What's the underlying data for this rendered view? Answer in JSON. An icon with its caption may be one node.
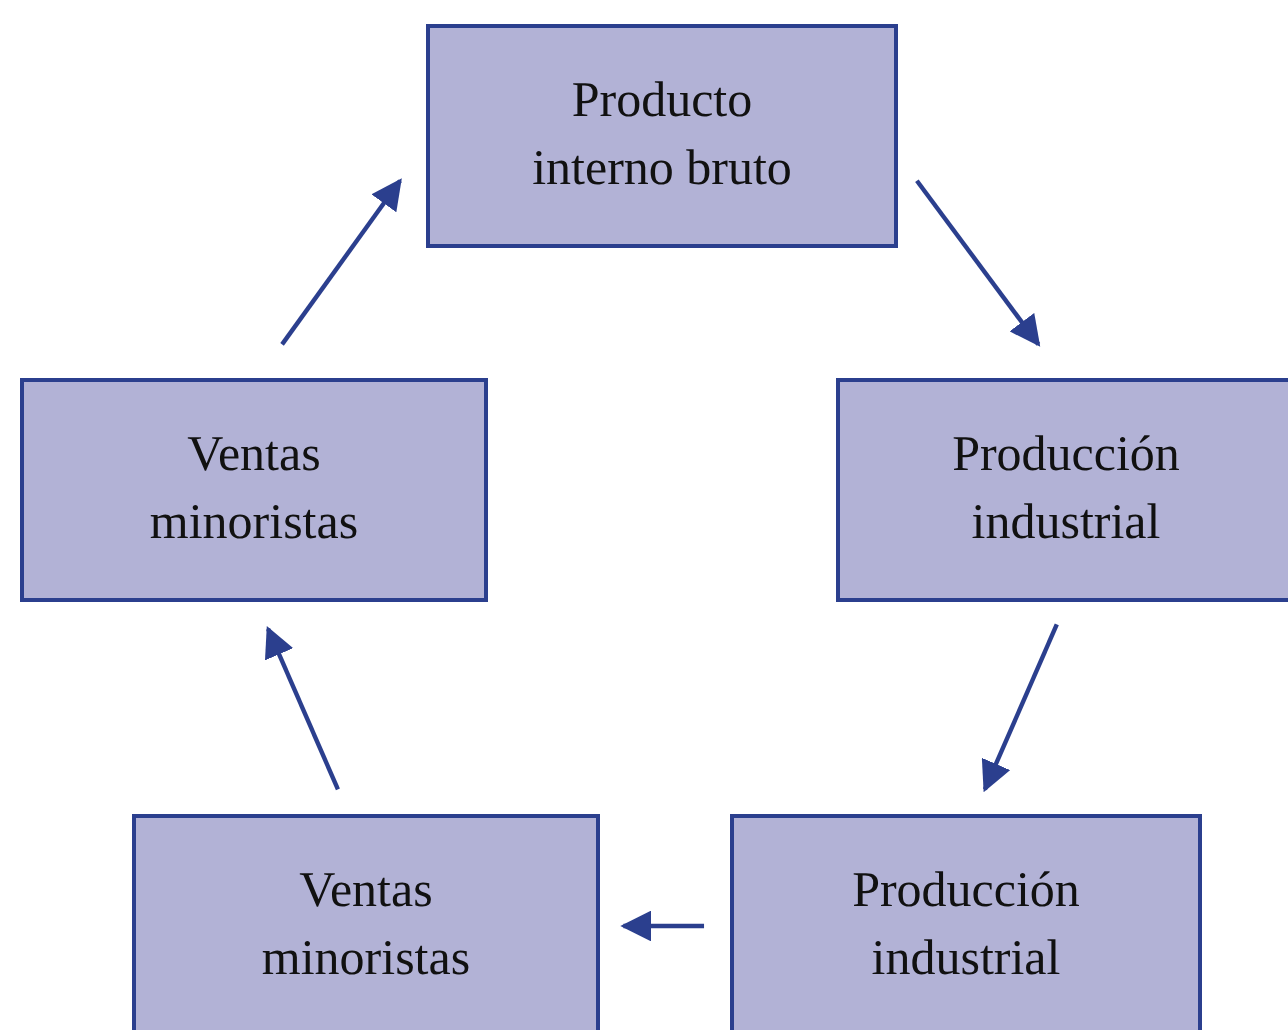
{
  "diagram": {
    "nodes": [
      {
        "text": [
          "Producto interno bruto"
        ]
      },
      {
        "text": [
          "Producción industrial"
        ]
      },
      {
        "text": [
          "Producción industrial"
        ]
      },
      {
        "text": [
          "Ventas minoristas"
        ]
      },
      {
        "text": [
          "Ventas minoristas"
        ]
      }
    ],
    "edges": [
      {
        "from": 0,
        "to": 1,
        "arrow": "to"
      },
      {
        "from": 1,
        "to": 2,
        "arrow": "to"
      },
      {
        "from": 2,
        "to": 3,
        "arrow": "to"
      },
      {
        "from": 3,
        "to": 4,
        "arrow": "to"
      },
      {
        "from": 4,
        "to": 0,
        "arrow": "to"
      }
    ]
  }
}
